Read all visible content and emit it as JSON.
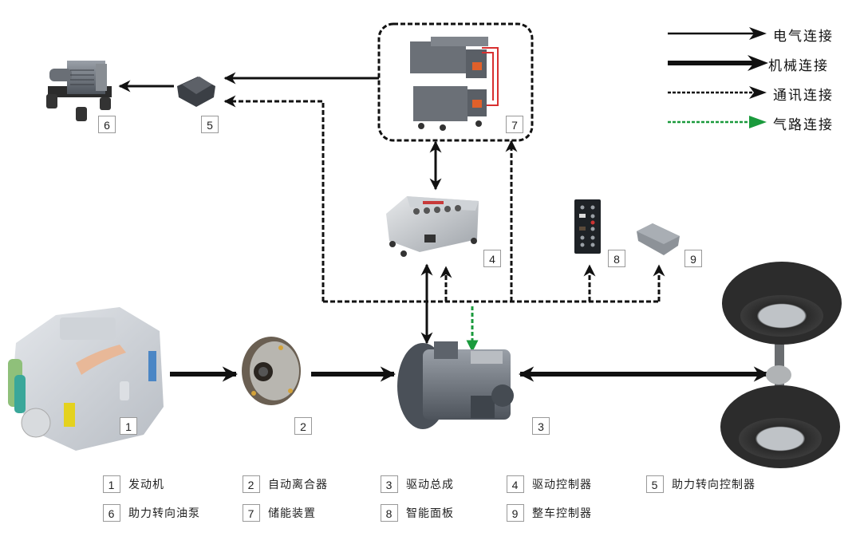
{
  "legend": [
    {
      "label": "电气连接",
      "style": "thin-solid",
      "color": "#111111"
    },
    {
      "label": "机械连接",
      "style": "thick-solid",
      "color": "#111111"
    },
    {
      "label": "通讯连接",
      "style": "dashed",
      "color": "#111111"
    },
    {
      "label": "气路连接",
      "style": "dashed",
      "color": "#1a9a3c"
    }
  ],
  "components": [
    {
      "num": "1",
      "name": "发动机"
    },
    {
      "num": "2",
      "name": "自动离合器"
    },
    {
      "num": "3",
      "name": "驱动总成"
    },
    {
      "num": "4",
      "name": "驱动控制器"
    },
    {
      "num": "5",
      "name": "助力转向控制器"
    },
    {
      "num": "6",
      "name": "助力转向油泵"
    },
    {
      "num": "7",
      "name": "储能装置"
    },
    {
      "num": "8",
      "name": "智能面板"
    },
    {
      "num": "9",
      "name": "整车控制器"
    }
  ],
  "colors": {
    "line": "#111111",
    "air": "#1a9a3c",
    "component_body": "#5f6670",
    "accent_orange": "#e0602a",
    "accent_red": "#d83030"
  }
}
